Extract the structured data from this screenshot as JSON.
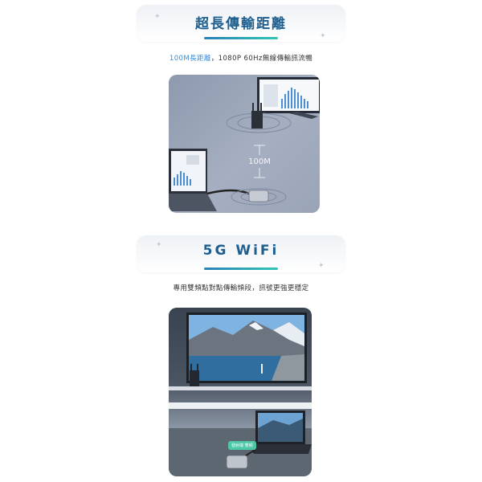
{
  "section1": {
    "title": "超長傳輸距離",
    "subtitle_accent": "100M長距離",
    "subtitle_rest": "，1080P 60Hz無線傳輸訊流暢",
    "distance_label": "100M"
  },
  "section2": {
    "title": "5G WiFi",
    "subtitle": "專用雙頻點對點傳輸頻段，訊號更強更穩定",
    "device_tag": "發射端 雙頻"
  },
  "colors": {
    "title": "#1f5f8f",
    "accent": "#3a8dd8",
    "underline_start": "#2a80b9",
    "underline_end": "#30c6b5"
  }
}
